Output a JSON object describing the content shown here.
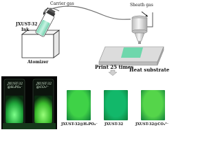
{
  "labels": {
    "carrier_gas": "Carrier gas",
    "sheath_gas": "Sheath gas",
    "ink_line1": "JXUST-32",
    "ink_line2": "Ink",
    "atomizer": "Atomizer",
    "heat_substrate": "Heat substrate",
    "print_times": "Print 25 times"
  },
  "vial_photo": {
    "vial_left_line1": "JXUST-32",
    "vial_left_line2": "@H₂PO₄⁻",
    "vial_right_line1": "JXUST-32",
    "vial_right_line2": "@CO₃²⁻"
  },
  "panels": [
    {
      "label": "JXUST-32@H₂PO₄⁻",
      "color": "#3fd247"
    },
    {
      "label": "JXUST-32",
      "color": "#12b86a"
    },
    {
      "label": "JXUST-32@CO₃²⁻",
      "color": "#55d54a"
    }
  ],
  "colors": {
    "ink": "#9fe3c8",
    "glow_green": "#33ff66",
    "stage": "#d7d7d7",
    "nozzle": "#e9e9e9"
  }
}
